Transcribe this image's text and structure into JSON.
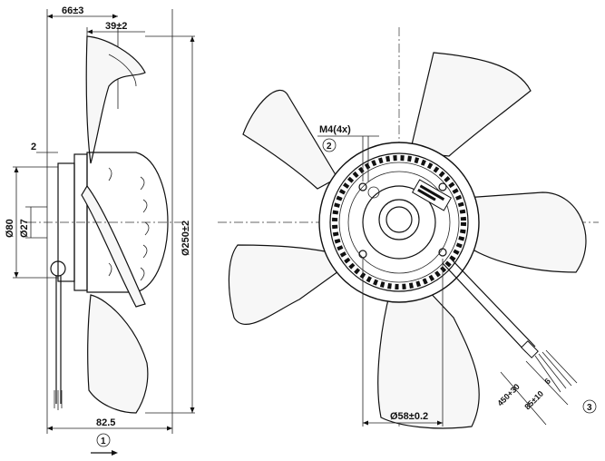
{
  "side_view": {
    "dim_overall_depth": "66±3",
    "dim_hub_depth": "39±2",
    "dim_offset": "2",
    "dim_bore": "Ø80",
    "dim_shaft": "Ø27",
    "dim_fan_diameter": "Ø250±2",
    "dim_bottom_depth": "82.5",
    "airflow_callout": "1"
  },
  "front_view": {
    "mount_label": "M4(4x)",
    "mount_callout": "2",
    "bolt_circle": "Ø58±0.2",
    "cable_length": "450+30",
    "strip_length": "85±10",
    "wire_end": "6",
    "cable_callout": "3"
  }
}
